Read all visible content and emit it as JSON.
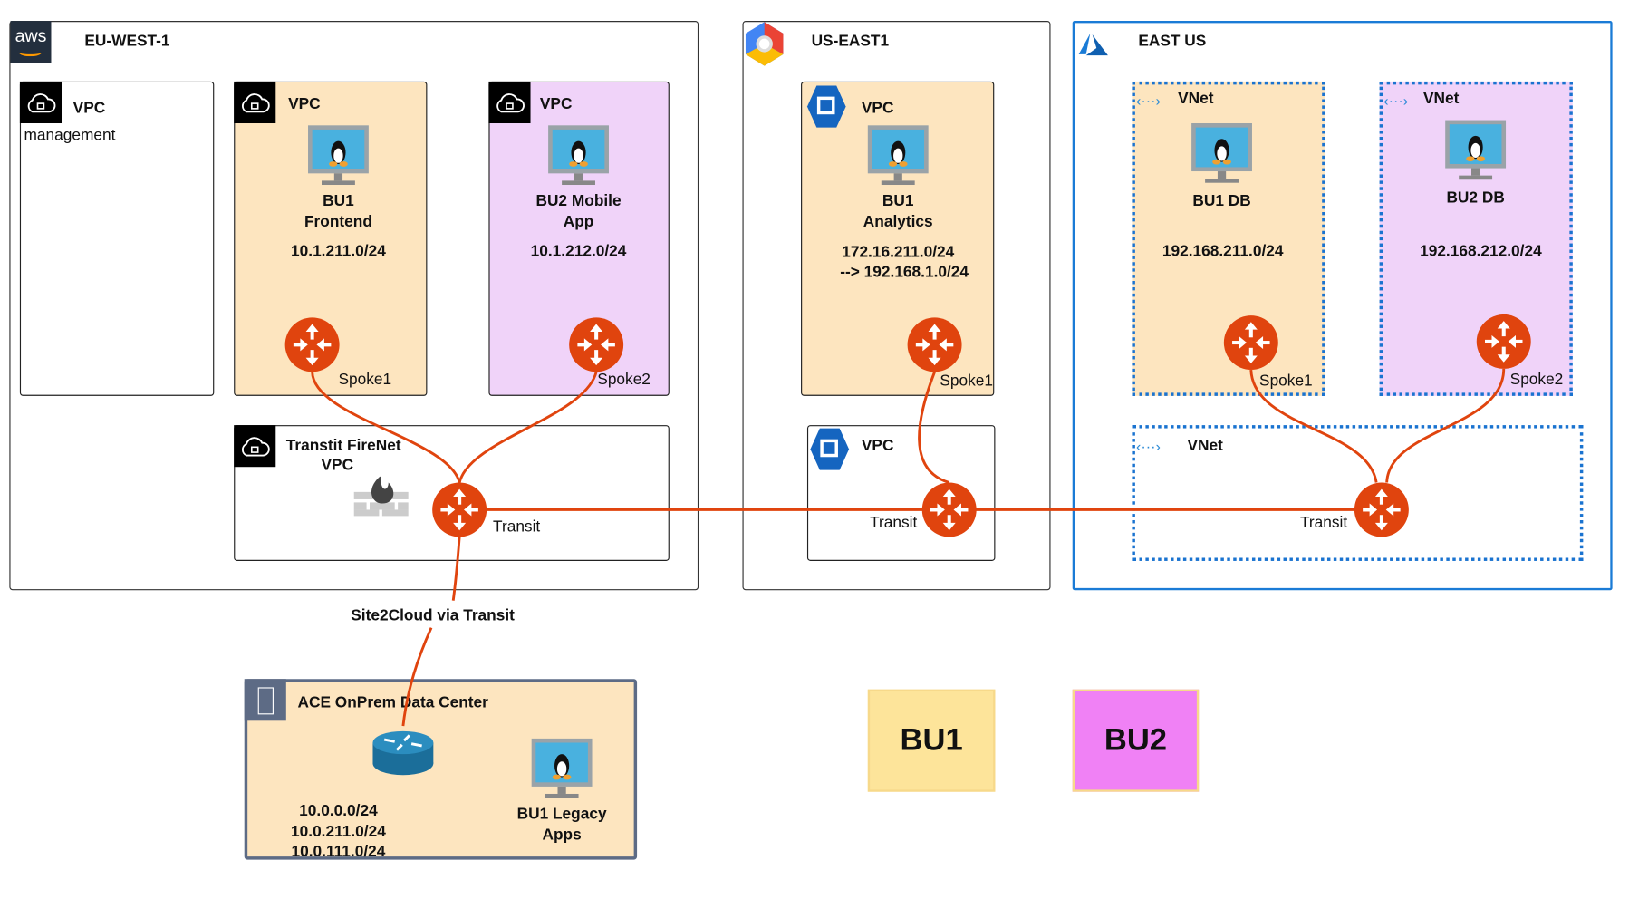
{
  "colors": {
    "link": "#e0440e",
    "bu1": "#fde49a",
    "bu2": "#f081f5",
    "azure": "#1a7bd6"
  },
  "aws": {
    "logo": "aws",
    "region": "EU-WEST-1",
    "mgmt_vpc": {
      "title": "VPC",
      "subtitle": "management"
    },
    "bu1_vpc": {
      "title": "VPC",
      "app_line1": "BU1",
      "app_line2": "Frontend",
      "cidr": "10.1.211.0/24",
      "gateway": "Spoke1"
    },
    "bu2_vpc": {
      "title": "VPC",
      "app_line1": "BU2 Mobile",
      "app_line2": "App",
      "cidr": "10.1.212.0/24",
      "gateway": "Spoke2"
    },
    "transit_vpc": {
      "title_line1": "Transtit FireNet",
      "title_line2": "VPC",
      "gateway": "Transit"
    }
  },
  "gcp": {
    "region": "US-EAST1",
    "bu1_vpc": {
      "title": "VPC",
      "app_line1": "BU1",
      "app_line2": "Analytics",
      "cidr_line1": "172.16.211.0/24",
      "cidr_line2": "--> 192.168.1.0/24",
      "gateway": "Spoke1"
    },
    "transit_vpc": {
      "title": "VPC",
      "gateway": "Transit"
    }
  },
  "azure": {
    "region": "EAST US",
    "bu1_vnet": {
      "title": "VNet",
      "app": "BU1 DB",
      "cidr": "192.168.211.0/24",
      "gateway": "Spoke1"
    },
    "bu2_vnet": {
      "title": "VNet",
      "app": "BU2 DB",
      "cidr": "192.168.212.0/24",
      "gateway": "Spoke2"
    },
    "transit_vnet": {
      "title": "VNet",
      "gateway": "Transit"
    }
  },
  "site2cloud_label": "Site2Cloud via Transit",
  "onprem": {
    "title": "ACE OnPrem Data Center",
    "cidrs": [
      "10.0.0.0/24",
      "10.0.211.0/24",
      "10.0.111.0/24"
    ],
    "app_line1": "BU1 Legacy",
    "app_line2": "Apps"
  },
  "legend": {
    "bu1": "BU1",
    "bu2": "BU2"
  }
}
